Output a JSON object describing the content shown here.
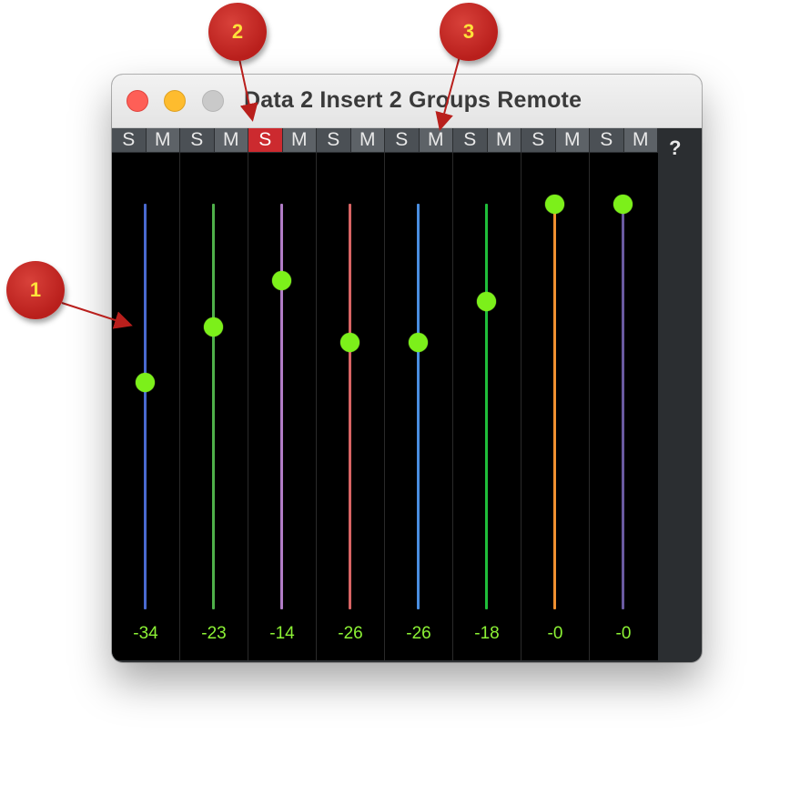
{
  "window": {
    "title": "Data 2 Insert 2 Groups Remote",
    "help_label": "?"
  },
  "channels": [
    {
      "solo_label": "S",
      "mute_label": "M",
      "solo_active": false,
      "mute_active": false,
      "value": -34,
      "value_label": "-34",
      "color": "#4a6ad0"
    },
    {
      "solo_label": "S",
      "mute_label": "M",
      "solo_active": false,
      "mute_active": false,
      "value": -23,
      "value_label": "-23",
      "color": "#4fb04a"
    },
    {
      "solo_label": "S",
      "mute_label": "M",
      "solo_active": true,
      "mute_active": false,
      "value": -14,
      "value_label": "-14",
      "color": "#b07cc6"
    },
    {
      "solo_label": "S",
      "mute_label": "M",
      "solo_active": false,
      "mute_active": false,
      "value": -26,
      "value_label": "-26",
      "color": "#d86464"
    },
    {
      "solo_label": "S",
      "mute_label": "M",
      "solo_active": false,
      "mute_active": false,
      "value": -26,
      "value_label": "-26",
      "color": "#4a8ee0"
    },
    {
      "solo_label": "S",
      "mute_label": "M",
      "solo_active": false,
      "mute_active": false,
      "value": -18,
      "value_label": "-18",
      "color": "#1fbe3a"
    },
    {
      "solo_label": "S",
      "mute_label": "M",
      "solo_active": false,
      "mute_active": false,
      "value": 0,
      "value_label": "-0",
      "color": "#f09030"
    },
    {
      "solo_label": "S",
      "mute_label": "M",
      "solo_active": false,
      "mute_active": false,
      "value": 0,
      "value_label": "-0",
      "color": "#6a5aa0"
    }
  ],
  "callouts": [
    "1",
    "2",
    "3"
  ],
  "colors": {
    "knob": "#7cf01a",
    "value_text": "#8cf235",
    "solo_active": "#cc2a2f",
    "callout": "#b91f1c",
    "callout_text": "#ffe23a"
  }
}
